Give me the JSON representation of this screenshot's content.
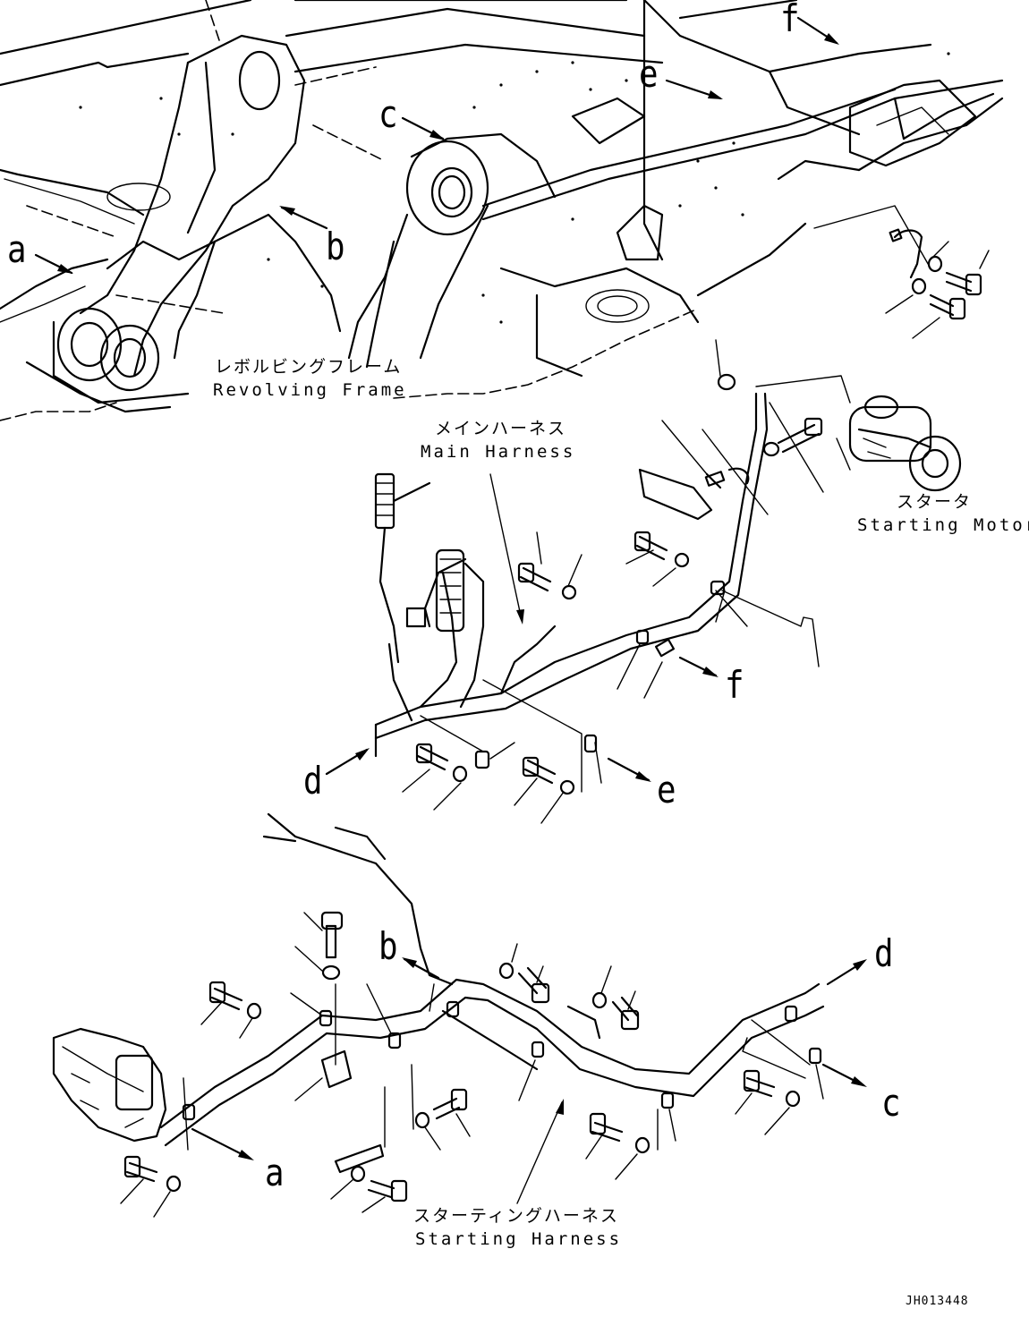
{
  "drawing": {
    "code": "JH013448",
    "callouts": {
      "a_top": "a",
      "b_top": "b",
      "c_top": "c",
      "e_top": "e",
      "f_top": "f",
      "f_mid": "f",
      "d_mid": "d",
      "e_mid": "e",
      "b_bot": "b",
      "d_bot": "d",
      "c_bot": "c",
      "a_bot": "a"
    },
    "labels": {
      "revolving_frame_jp": "レボルビングフレーム",
      "revolving_frame_en": "Revolving Frame",
      "main_harness_jp": "メインハーネス",
      "main_harness_en": "Main Harness",
      "starting_motor_jp": "スタータ",
      "starting_motor_en": "Starting Motor",
      "starting_harness_jp": "スターティングハーネス",
      "starting_harness_en": "Starting Harness"
    }
  }
}
